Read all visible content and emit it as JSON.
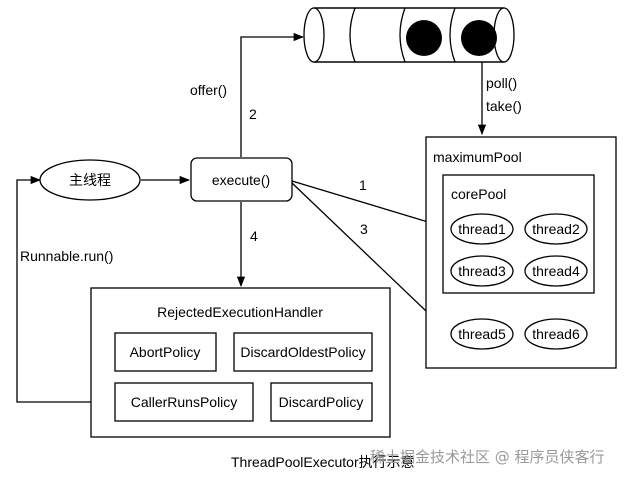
{
  "queue": {
    "poll_label": "poll()",
    "take_label": "take()"
  },
  "edges": {
    "offer_label": "offer()",
    "step_2": "2",
    "step_1": "1",
    "step_3": "3",
    "step_4": "4",
    "run_label": "Runnable.run()"
  },
  "nodes": {
    "main_thread": "主线程",
    "execute": "execute()"
  },
  "maximum_pool": {
    "title": "maximumPool",
    "core_pool": {
      "title": "corePool",
      "threads": [
        "thread1",
        "thread2",
        "thread3",
        "thread4"
      ]
    },
    "extra_threads": [
      "thread5",
      "thread6"
    ]
  },
  "rejected_handler": {
    "title": "RejectedExecutionHandler",
    "policies": [
      "AbortPolicy",
      "DiscardOldestPolicy",
      "CallerRunsPolicy",
      "DiscardPolicy"
    ]
  },
  "caption": "ThreadPoolExecutor执行示意",
  "watermark": "稀土掘金技术社区 @ 程序员侠客行",
  "colors": {
    "stroke": "#000000",
    "fill": "#ffffff",
    "queue_item": "#000000",
    "watermark": "#9a9a9a"
  }
}
